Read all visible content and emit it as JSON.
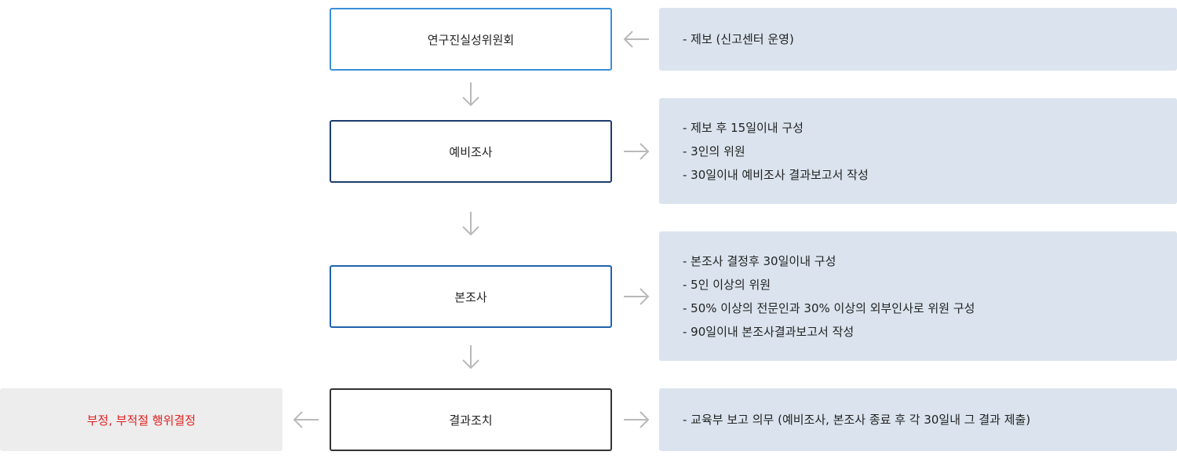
{
  "colors": {
    "box_border_committee": "#3b8fd9",
    "box_border_preliminary": "#1d3c6e",
    "box_border_main": "#1e63b0",
    "box_border_result": "#333333",
    "info_background": "#dbe4ee",
    "result_background": "#ededed",
    "result_text": "#e0201f",
    "arrow": "#b9b9b9"
  },
  "steps": [
    {
      "label": "연구진실성위원회",
      "border": "#3b8fd9"
    },
    {
      "label": "예비조사",
      "border": "#1d3c6e"
    },
    {
      "label": "본조사",
      "border": "#1e63b0"
    },
    {
      "label": "결과조치",
      "border": "#333333"
    }
  ],
  "info": {
    "committee": [
      "- 제보 (신고센터 운영)"
    ],
    "preliminary": [
      "- 제보 후 15일이내 구성",
      "- 3인의 위원",
      "- 30일이내 예비조사 결과보고서 작성"
    ],
    "main": [
      "- 본조사 결정후 30일이내 구성",
      "- 5인 이상의 위원",
      "- 50% 이상의 전문인과 30% 이상의 외부인사로 위원 구성",
      "- 90일이내 본조사결과보고서 작성"
    ],
    "result": [
      "- 교육부 보고 의무 (예비조사, 본조사 종료 후 각 30일내 그 결과 제출)"
    ]
  },
  "outcome": {
    "label": "부정, 부적절 행위결정"
  },
  "icons": {
    "down": "arrow-down-icon",
    "left": "arrow-left-icon",
    "right": "arrow-right-icon"
  }
}
